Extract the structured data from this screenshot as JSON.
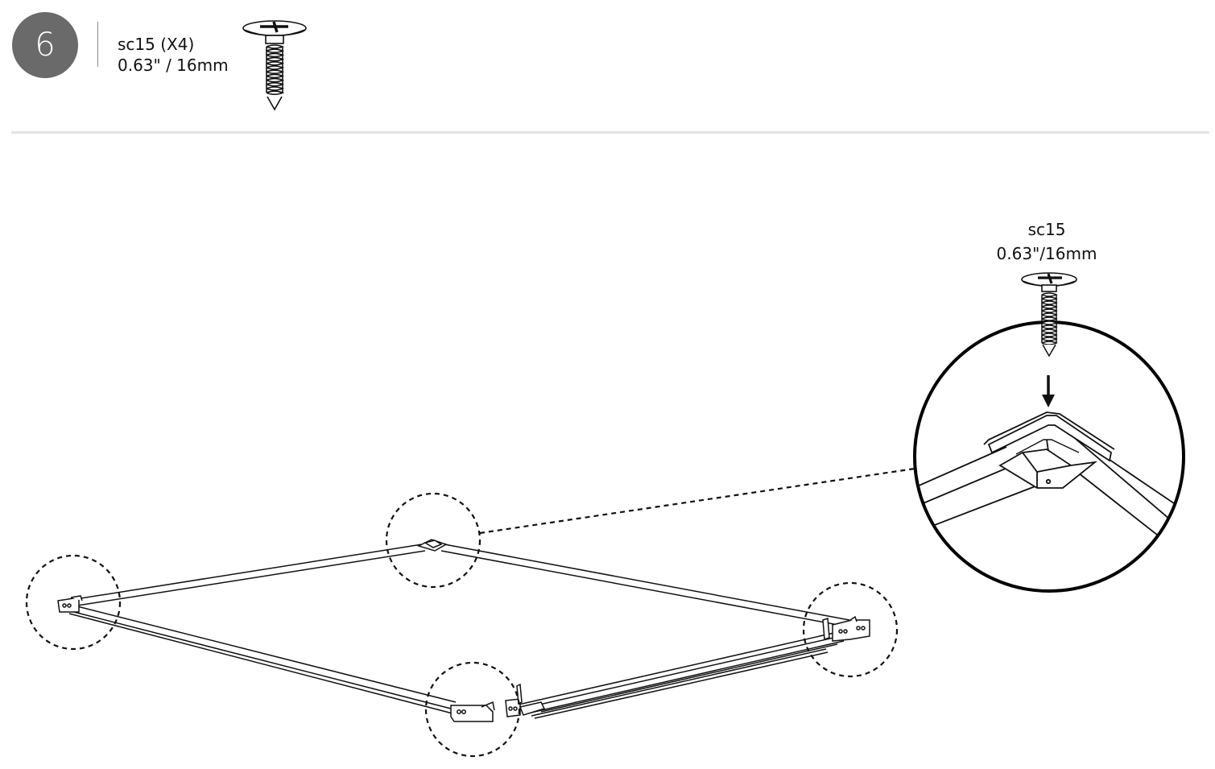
{
  "step": {
    "number": "6",
    "part_code": "sc15 (X4)",
    "part_size": "0.63\" / 16mm"
  },
  "callout": {
    "part_code": "sc15",
    "part_size": "0.63\"/16mm"
  },
  "colors": {
    "badge": "#6a6a6a",
    "line": "#111111",
    "separator": "#e4e4e4"
  },
  "icons": [
    "screw-icon",
    "down-arrow-icon"
  ]
}
